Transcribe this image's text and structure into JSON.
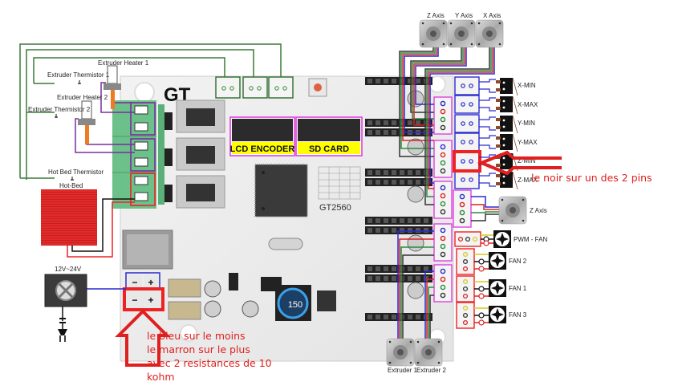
{
  "board": {
    "model": "GT2560",
    "logo": "GT",
    "headers": {
      "lcd": "LCD ENCODER",
      "sd": "SD CARD"
    },
    "inductor_label": "150"
  },
  "heaters": {
    "extruder_heater_1": "Extruder Heater 1",
    "extruder_thermistor_1": "Extruder Thermistor 1",
    "extruder_heater_2": "Extruder Heater 2",
    "extruder_thermistor_2": "Extruder Thermistor 2",
    "hot_bed_thermistor": "Hot Bed Thermistor",
    "hot_bed": "Hot-Bed"
  },
  "power": {
    "supply_label": "12V~24V",
    "minus": "−",
    "plus": "+"
  },
  "motors": {
    "top": [
      "Z Axis",
      "Y Axis",
      "X Axis"
    ],
    "right": "Z Axis",
    "bottom": [
      "Extruder 1",
      "Extruder 2"
    ]
  },
  "endstops": [
    "X-MIN",
    "X-MAX",
    "Y-MIN",
    "Y-MAX",
    "Z-MIN",
    "Z-MAX"
  ],
  "fans": [
    "PWM - FAN",
    "FAN 2",
    "FAN 1",
    "FAN 3"
  ],
  "annotations": {
    "right_note": "le noir sur un des 2 pins",
    "bottom_note": [
      "le bleu sur le moins",
      "le marron sur le plus",
      "avec 2 resistances de 10",
      "kohm"
    ]
  },
  "colors": {
    "annotation_red": "#e0201e",
    "thermistor_green": "#3c7a3a",
    "heater_purple": "#7a2ea0",
    "endstop_blue": "#2a2ad0",
    "stepper_magenta": "#e040e0",
    "header_yellow": "#ffff00",
    "terminal_green": "#6cc08a",
    "hotbed_red": "#e22b2b"
  }
}
